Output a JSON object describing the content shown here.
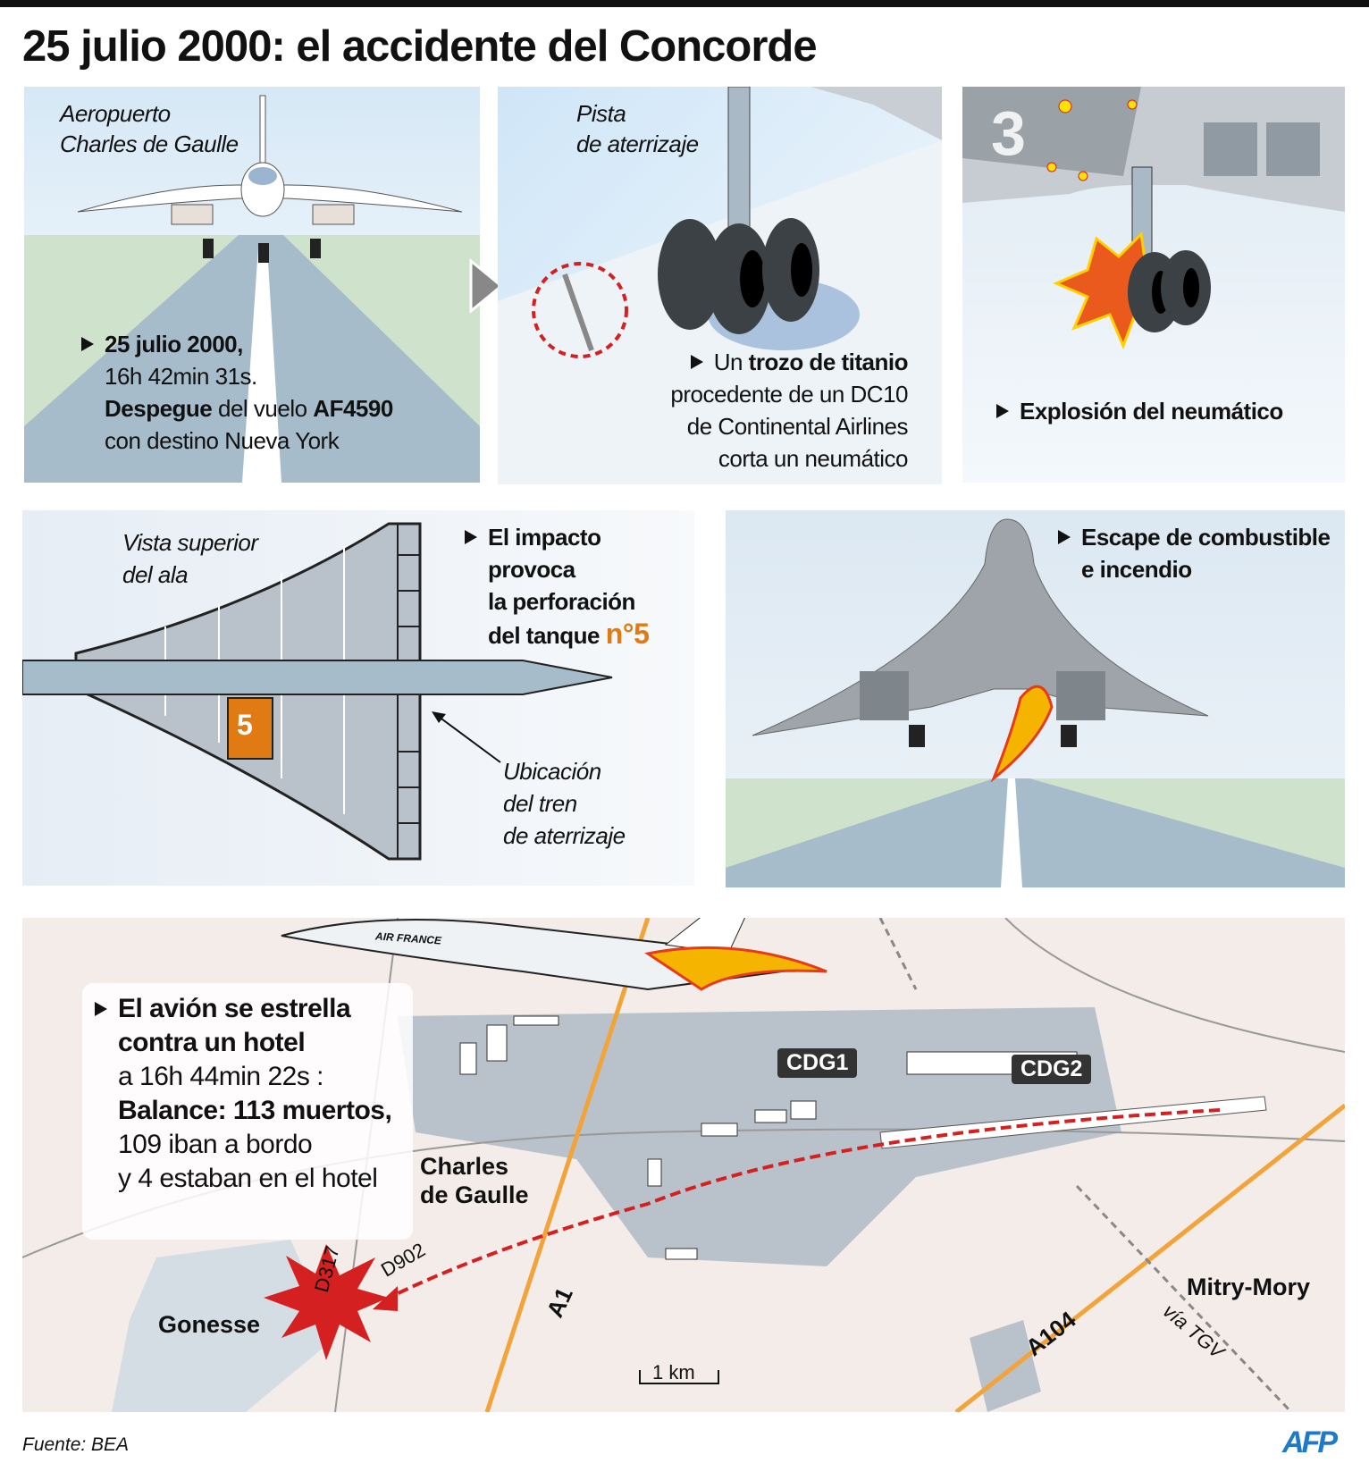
{
  "title": "25 julio 2000: el accidente del Concorde",
  "panel1": {
    "location": [
      "Aeropuerto",
      "Charles de Gaulle"
    ],
    "date": "25 julio 2000,",
    "time": "16h 42min 31s.",
    "line3_bold": "Despegue",
    "line3_mid": " del vuelo ",
    "line3_flight": "AF4590",
    "line4": "con destino Nueva York"
  },
  "panel2": {
    "location": [
      "Pista",
      "de aterrizaje"
    ],
    "line1_pre": "Un ",
    "line1_bold": "trozo de titanio",
    "line2": "procedente de un DC10",
    "line3": "de Continental Airlines",
    "line4": "corta un neumático"
  },
  "panel3": {
    "number": "3",
    "caption": "Explosión del neumático"
  },
  "panel4": {
    "label": [
      "Vista superior",
      "del ala"
    ],
    "impact": [
      "El impacto",
      "provoca",
      "la perforación",
      "del tanque "
    ],
    "tank_number_text": "n°5",
    "tank_marker": "5",
    "gear_label": [
      "Ubicación",
      "del tren",
      "de aterrizaje"
    ],
    "tank_color": "#e07a12"
  },
  "panel5": {
    "caption": [
      "Escape de combustible",
      "e incendio"
    ]
  },
  "map": {
    "aircraft_livery": "AIR FRANCE",
    "info": {
      "line1": "El avión se estrella",
      "line2": "contra un hotel",
      "line3": "a 16h 44min 22s :",
      "line4": "Balance: 113 muertos,",
      "line5": "109 iban a bordo",
      "line6": "y 4 estaban en el hotel"
    },
    "places": {
      "cdg": [
        "Charles",
        "de Gaulle"
      ],
      "gonesse": "Gonesse",
      "mitry": "Mitry-Mory"
    },
    "terminals": [
      "CDG1",
      "CDG2"
    ],
    "roads": {
      "d317": "D317",
      "d902": "D902",
      "a1": "A1",
      "a104": "A104",
      "tgv": "vía TGV"
    },
    "scale": "1 km",
    "colors": {
      "ground": "#f3ece8",
      "airport": "#b9c2ca",
      "highway": "#f2a33a",
      "path": "#d42020"
    }
  },
  "footer": {
    "source": "Fuente: BEA",
    "logo": "AFP",
    "logo_color": "#1f78c8"
  }
}
